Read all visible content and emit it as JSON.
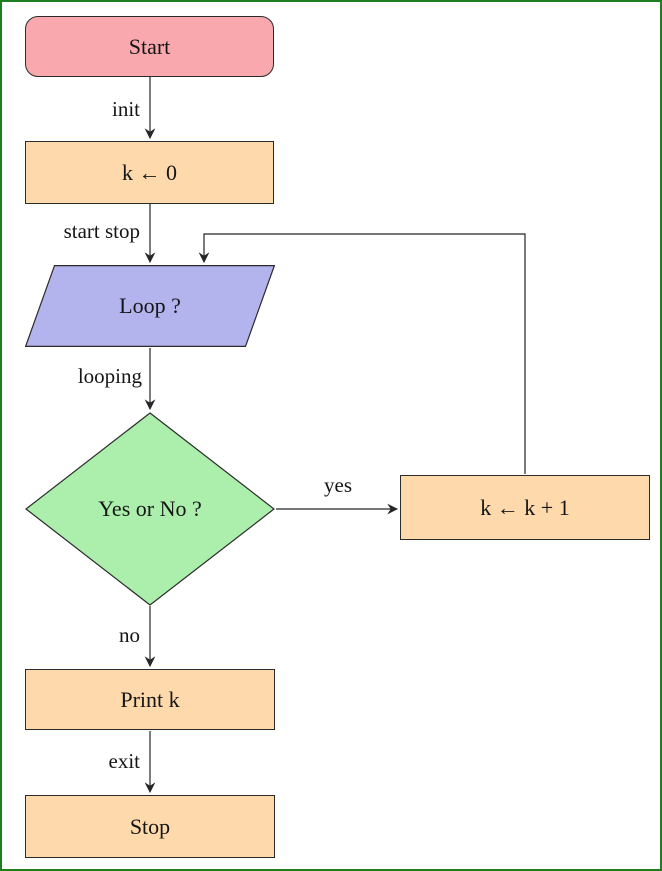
{
  "diagram": {
    "type": "flowchart",
    "nodes": {
      "start": {
        "label": "Start",
        "shape": "rounded-rectangle",
        "fill": "#f9a9ae"
      },
      "assign": {
        "label": "k ← 0",
        "shape": "rectangle",
        "fill": "#fdd9ac"
      },
      "loop": {
        "label": "Loop ?",
        "shape": "parallelogram",
        "fill": "#b3b3ee"
      },
      "decision": {
        "label": "Yes or No ?",
        "shape": "diamond",
        "fill": "#aceeac"
      },
      "increment": {
        "label": "k ← k + 1",
        "shape": "rectangle",
        "fill": "#fdd9ac"
      },
      "print": {
        "label": "Print k",
        "shape": "rectangle",
        "fill": "#fdd9ac"
      },
      "stop": {
        "label": "Stop",
        "shape": "rectangle",
        "fill": "#fdd9ac"
      }
    },
    "edge_labels": {
      "init": "init",
      "start_stop": "start stop",
      "looping": "looping",
      "yes": "yes",
      "no": "no",
      "exit": "exit"
    },
    "colors": {
      "frame_border": "#1f7d22",
      "background": "#ffffff",
      "line": "#262626",
      "text": "#151515"
    }
  }
}
